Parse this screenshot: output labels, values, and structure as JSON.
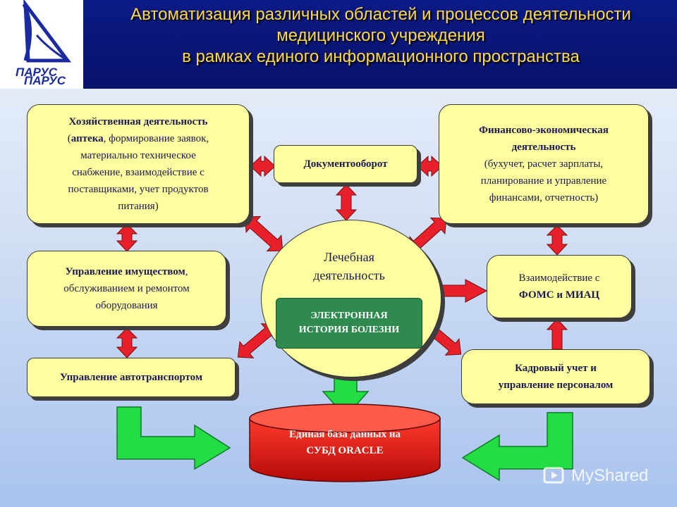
{
  "header": {
    "title_lines": [
      "Автоматизация различных областей и процессов деятельности",
      "медицинского учреждения",
      "в рамках единого информационного пространства"
    ],
    "logo_text": "ПАРУС",
    "title_color": "#ffd84a",
    "background_color": "#0b1b86"
  },
  "boxes": {
    "economic": {
      "title": "Хозяйственная деятельность",
      "line1_open": "(",
      "line1_bold": "аптека",
      "line1_rest": ", формирование заявок,",
      "rest_lines": [
        "материально техническое",
        "снабжение, взаимодействие с",
        "поставщиками, учет продуктов",
        "питания)"
      ]
    },
    "docflow": {
      "label": "Документооборот"
    },
    "finance": {
      "title_lines": [
        "Финансово-экономическая",
        "деятельность"
      ],
      "rest_lines": [
        "(бухучет, расчет зарплаты,",
        "планирование и управление",
        "финансами, отчетность)"
      ]
    },
    "property": {
      "title_bold": "Управление имуществом",
      "title_rest": ",",
      "rest_lines": [
        "обслуживанием и ремонтом",
        "оборудования"
      ]
    },
    "transport": {
      "label": "Управление автотранспортом"
    },
    "foms": {
      "line1": "Взаимодействие с",
      "line2_bold": "ФОМС и МИАЦ"
    },
    "hr": {
      "lines": [
        "Кадровый учет и",
        "управление персоналом"
      ]
    }
  },
  "center": {
    "title_lines": [
      "Лечебная",
      "деятельность"
    ],
    "ehr_lines": [
      "ЭЛЕКТРОННАЯ",
      "ИСТОРИЯ БОЛЕЗНИ"
    ]
  },
  "database": {
    "lines": [
      "Единая база данных на",
      "СУБД ORACLE"
    ]
  },
  "watermark": {
    "text": "MyShared"
  },
  "colors": {
    "box_fill": "#ffffa0",
    "arrow_red": "#e8202a",
    "arrow_green": "#22dd44",
    "ehr_green": "#2e8a4e",
    "db_red": "#d41010"
  }
}
